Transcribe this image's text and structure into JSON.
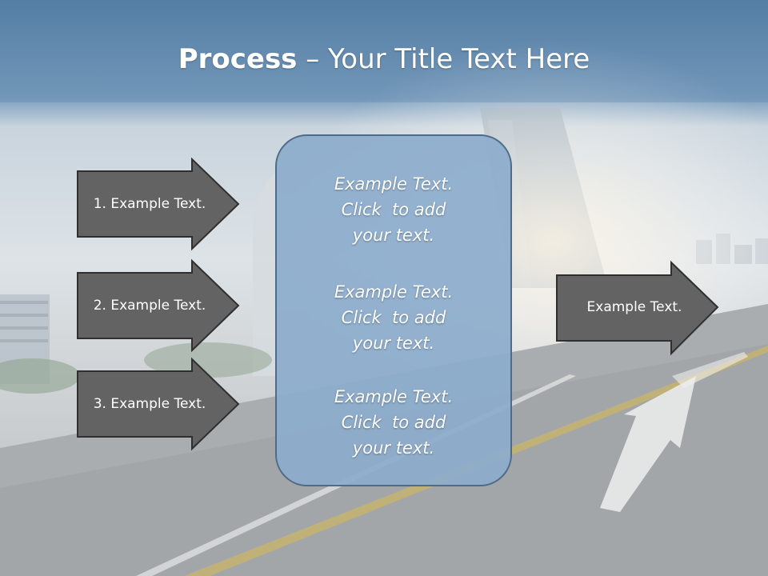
{
  "slide": {
    "title_bold": "Process",
    "title_rest": " – Your Title Text Here"
  },
  "left_steps": [
    {
      "label": "1. Example Text."
    },
    {
      "label": "2. Example Text."
    },
    {
      "label": "3. Example Text."
    }
  ],
  "center_box": {
    "blocks": [
      {
        "lines": [
          "Example Text.",
          "Click  to add",
          "your text."
        ]
      },
      {
        "lines": [
          "Example Text.",
          "Click  to add",
          "your text."
        ]
      },
      {
        "lines": [
          "Example Text.",
          "Click  to add",
          "your text."
        ]
      }
    ]
  },
  "output": {
    "label": "Example Text."
  },
  "colors": {
    "arrow_fill": "#636363",
    "arrow_stroke": "#2f2f2f",
    "box_fill": "#8cadcc",
    "box_stroke": "#4f6b87",
    "title_band": "#5f86ab"
  }
}
